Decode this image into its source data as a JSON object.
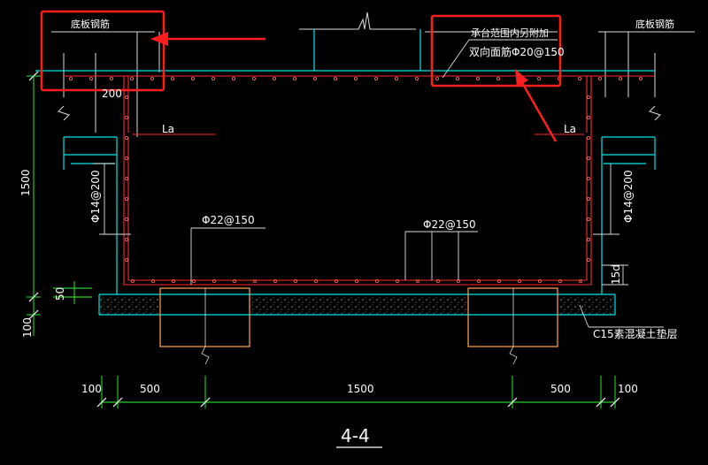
{
  "labels": {
    "bottom_rebar_left": "底板钢筋",
    "bottom_rebar_right": "底板钢筋",
    "note_line1": "承台范围内另附加",
    "note_line2": "双向面筋Φ20@150",
    "la_left": "La",
    "la_right": "La",
    "dim_200": "200",
    "dim_1500_vertical": "1500",
    "dim_50": "50",
    "dim_100_vertical": "100",
    "rebar_side_left": "Φ14@200",
    "rebar_side_right": "Φ14@200",
    "rebar_bottom_left": "Φ22@150",
    "rebar_bottom_right": "Φ22@150",
    "dim_15d": "15d",
    "concrete_cushion": "C15素混凝土垫层",
    "section_title": "4-4"
  },
  "bottom_dims": [
    "100",
    "500",
    "1500",
    "500",
    "100"
  ],
  "colors": {
    "background": "#000000",
    "structure_cyan": "#00e5e5",
    "rebar_red": "#ff2a2a",
    "dimension_green": "#33ff33",
    "pile_orange": "#ffa64d",
    "highlight_box": "#ff1e1e",
    "text": "#ffffff"
  }
}
